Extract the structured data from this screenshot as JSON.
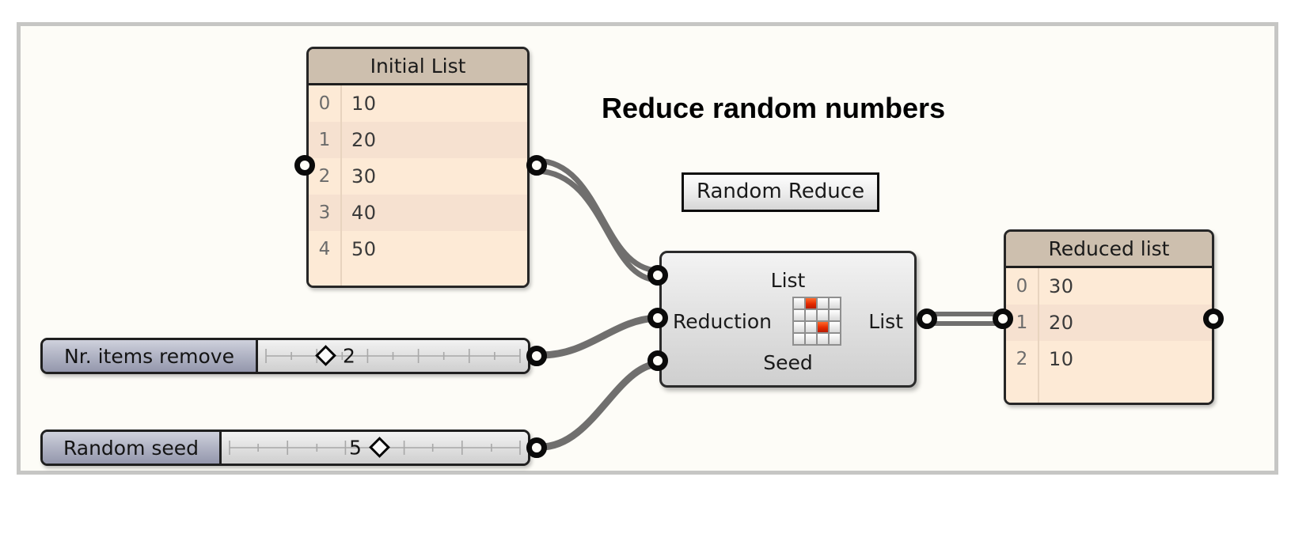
{
  "canvas": {
    "background_color": "#fdfcf7",
    "border_color": "#c6c6c4"
  },
  "title": "Reduce random numbers",
  "initial_list": {
    "header": "Initial List",
    "columns": [
      "index",
      "value"
    ],
    "rows": [
      {
        "index": "0",
        "value": "10"
      },
      {
        "index": "1",
        "value": "20"
      },
      {
        "index": "2",
        "value": "30"
      },
      {
        "index": "3",
        "value": "40"
      },
      {
        "index": "4",
        "value": "50"
      }
    ]
  },
  "reduced_list": {
    "header": "Reduced list",
    "columns": [
      "index",
      "value"
    ],
    "rows": [
      {
        "index": "0",
        "value": "30"
      },
      {
        "index": "1",
        "value": "20"
      },
      {
        "index": "2",
        "value": "10"
      }
    ]
  },
  "random_reduce_node": {
    "tooltip_label": "Random Reduce",
    "inputs": [
      "List",
      "Reduction",
      "Seed"
    ],
    "outputs": [
      "List"
    ],
    "icon": "grid-4x4-random-icon",
    "icon_accent_color": "#e03000"
  },
  "sliders": [
    {
      "name": "nr-items-remove",
      "label": "Nr. items remove",
      "value": "2",
      "thumb_position_pct": 23
    },
    {
      "name": "random-seed",
      "label": "Random seed",
      "value": "5",
      "thumb_position_pct": 51
    }
  ],
  "wire_color": "#706f6e",
  "port_color": "#0a0a0a"
}
